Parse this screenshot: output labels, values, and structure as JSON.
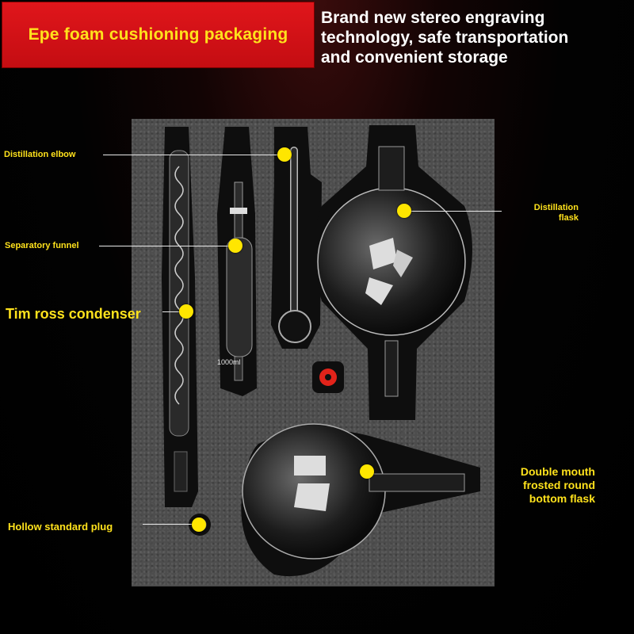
{
  "banner": {
    "text": "Epe foam cushioning packaging"
  },
  "headline": {
    "line1": "Brand new stereo engraving",
    "line2": "technology, safe transportation",
    "line3": "and convenient storage"
  },
  "labels": {
    "distillation_elbow": "Distillation elbow",
    "distillation_flask_line1": "Distillation",
    "distillation_flask_line2": "flask",
    "separatory_funnel": "Separatory funnel",
    "condenser": "Tim ross condenser",
    "double_mouth_line1": "Double mouth",
    "double_mouth_line2": "frosted round",
    "double_mouth_line3": "bottom flask",
    "hollow_plug": "Hollow standard plug",
    "funnel_volume": "1000ml"
  },
  "colors": {
    "banner_bg": "#d8131a",
    "banner_text": "#ffe21c",
    "label_text": "#ffe21c",
    "marker": "#ffe600",
    "foam": "#4d4d4d"
  }
}
